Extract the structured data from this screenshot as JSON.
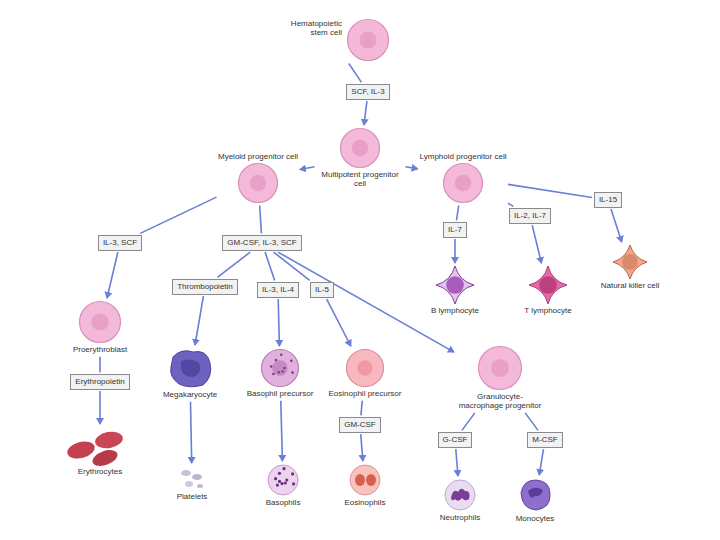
{
  "diagram": {
    "nodes": [
      {
        "text": [
          "Hematopoietic stem cell"
        ]
      },
      {
        "text": [
          "SCF, IL-3"
        ]
      },
      {
        "text": [
          "Multipotent progenitor cell"
        ]
      },
      {
        "text": [
          "Myeloid progenitor cell"
        ]
      },
      {
        "text": [
          "Lymphoid progenitor cell"
        ]
      },
      {
        "text": [
          "IL-7"
        ]
      },
      {
        "text": [
          "IL-2, IL-7"
        ]
      },
      {
        "text": [
          "IL-15"
        ]
      },
      {
        "text": [
          "IL-3, SCF"
        ]
      },
      {
        "text": [
          "GM-CSF, IL-3, SCF"
        ]
      },
      {
        "text": [
          "Thrombopoietin"
        ]
      },
      {
        "text": [
          "IL-3, IL-4"
        ]
      },
      {
        "text": [
          "IL-5"
        ]
      },
      {
        "text": [
          "B lymphocyte"
        ]
      },
      {
        "text": [
          "T lymphocyte"
        ]
      },
      {
        "text": [
          "Natural killer cell"
        ]
      },
      {
        "text": [
          "Proerythroblast"
        ]
      },
      {
        "text": [
          "Megakaryocyte"
        ]
      },
      {
        "text": [
          "Basophil precursor"
        ]
      },
      {
        "text": [
          "Eosinophil precursor"
        ]
      },
      {
        "text": [
          "Granulocyte-macrophage progenitor"
        ]
      },
      {
        "text": [
          "Erythropoietin"
        ]
      },
      {
        "text": [
          "GM-CSF"
        ]
      },
      {
        "text": [
          "G-CSF"
        ]
      },
      {
        "text": [
          "M-CSF"
        ]
      },
      {
        "text": [
          "Erythrocytes"
        ]
      },
      {
        "text": [
          "Platelets"
        ]
      },
      {
        "text": [
          "Basophils"
        ]
      },
      {
        "text": [
          "Eosinophils"
        ]
      },
      {
        "text": [
          "Neutrophils"
        ]
      },
      {
        "text": [
          "Monocytes"
        ]
      }
    ],
    "edges": [
      {
        "from": 0,
        "to": 1,
        "arrow": "none"
      },
      {
        "from": 1,
        "to": 2,
        "arrow": "to"
      },
      {
        "from": 2,
        "to": 3,
        "arrow": "to"
      },
      {
        "from": 2,
        "to": 4,
        "arrow": "to"
      },
      {
        "from": 4,
        "to": 5,
        "arrow": "none"
      },
      {
        "from": 5,
        "to": 13,
        "arrow": "to"
      },
      {
        "from": 4,
        "to": 6,
        "arrow": "none"
      },
      {
        "from": 6,
        "to": 14,
        "arrow": "to"
      },
      {
        "from": 4,
        "to": 7,
        "arrow": "none"
      },
      {
        "from": 7,
        "to": 15,
        "arrow": "to"
      },
      {
        "from": 3,
        "to": 8,
        "arrow": "none"
      },
      {
        "from": 8,
        "to": 16,
        "arrow": "to"
      },
      {
        "from": 3,
        "to": 9,
        "arrow": "none"
      },
      {
        "from": 9,
        "to": 10,
        "arrow": "none"
      },
      {
        "from": 9,
        "to": 11,
        "arrow": "none"
      },
      {
        "from": 9,
        "to": 12,
        "arrow": "none"
      },
      {
        "from": 9,
        "to": 20,
        "arrow": "to"
      },
      {
        "from": 10,
        "to": 17,
        "arrow": "to"
      },
      {
        "from": 11,
        "to": 18,
        "arrow": "to"
      },
      {
        "from": 12,
        "to": 19,
        "arrow": "to"
      },
      {
        "from": 16,
        "to": 21,
        "arrow": "none"
      },
      {
        "from": 21,
        "to": 25,
        "arrow": "to"
      },
      {
        "from": 17,
        "to": 26,
        "arrow": "to"
      },
      {
        "from": 18,
        "to": 27,
        "arrow": "to"
      },
      {
        "from": 19,
        "to": 22,
        "arrow": "none"
      },
      {
        "from": 22,
        "to": 28,
        "arrow": "to"
      },
      {
        "from": 20,
        "to": 23,
        "arrow": "none"
      },
      {
        "from": 20,
        "to": 24,
        "arrow": "none"
      },
      {
        "from": 23,
        "to": 29,
        "arrow": "to"
      },
      {
        "from": 24,
        "to": 30,
        "arrow": "to"
      }
    ]
  }
}
